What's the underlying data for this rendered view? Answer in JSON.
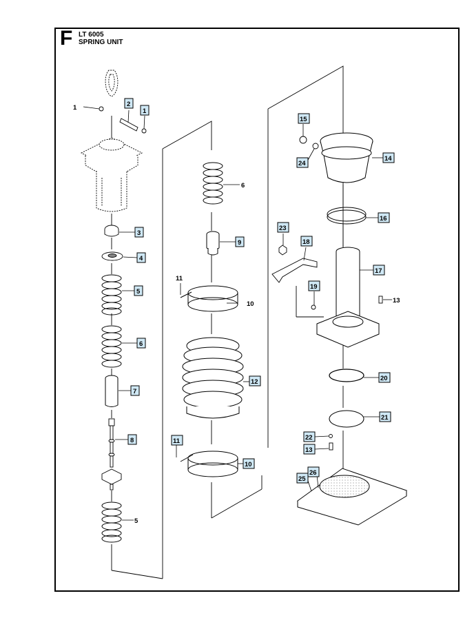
{
  "header": {
    "section_letter": "F",
    "model": "LT 6005",
    "unit_name": "SPRING UNIT"
  },
  "callouts": [
    {
      "id": "c1a",
      "num": "1",
      "boxed": false
    },
    {
      "id": "c2",
      "num": "2",
      "boxed": true
    },
    {
      "id": "c1b",
      "num": "1",
      "boxed": true
    },
    {
      "id": "c3",
      "num": "3",
      "boxed": true
    },
    {
      "id": "c4",
      "num": "4",
      "boxed": true
    },
    {
      "id": "c5a",
      "num": "5",
      "boxed": true
    },
    {
      "id": "c6a",
      "num": "6",
      "boxed": true
    },
    {
      "id": "c7",
      "num": "7",
      "boxed": true
    },
    {
      "id": "c8",
      "num": "8",
      "boxed": true
    },
    {
      "id": "c5b",
      "num": "5",
      "boxed": false
    },
    {
      "id": "c6b",
      "num": "6",
      "boxed": false
    },
    {
      "id": "c9",
      "num": "9",
      "boxed": true
    },
    {
      "id": "c11a",
      "num": "11",
      "boxed": false
    },
    {
      "id": "c10a",
      "num": "10",
      "boxed": false
    },
    {
      "id": "c12",
      "num": "12",
      "boxed": true
    },
    {
      "id": "c11b",
      "num": "11",
      "boxed": true
    },
    {
      "id": "c10b",
      "num": "10",
      "boxed": true
    },
    {
      "id": "c15",
      "num": "15",
      "boxed": true
    },
    {
      "id": "c24",
      "num": "24",
      "boxed": true
    },
    {
      "id": "c14",
      "num": "14",
      "boxed": true
    },
    {
      "id": "c16",
      "num": "16",
      "boxed": true
    },
    {
      "id": "c23",
      "num": "23",
      "boxed": true
    },
    {
      "id": "c18",
      "num": "18",
      "boxed": true
    },
    {
      "id": "c17",
      "num": "17",
      "boxed": true
    },
    {
      "id": "c19",
      "num": "19",
      "boxed": true
    },
    {
      "id": "c13a",
      "num": "13",
      "boxed": false
    },
    {
      "id": "c20",
      "num": "20",
      "boxed": true
    },
    {
      "id": "c21",
      "num": "21",
      "boxed": true
    },
    {
      "id": "c22",
      "num": "22",
      "boxed": true
    },
    {
      "id": "c13b",
      "num": "13",
      "boxed": true
    },
    {
      "id": "c25",
      "num": "25",
      "boxed": true
    },
    {
      "id": "c26",
      "num": "26",
      "boxed": true
    }
  ]
}
